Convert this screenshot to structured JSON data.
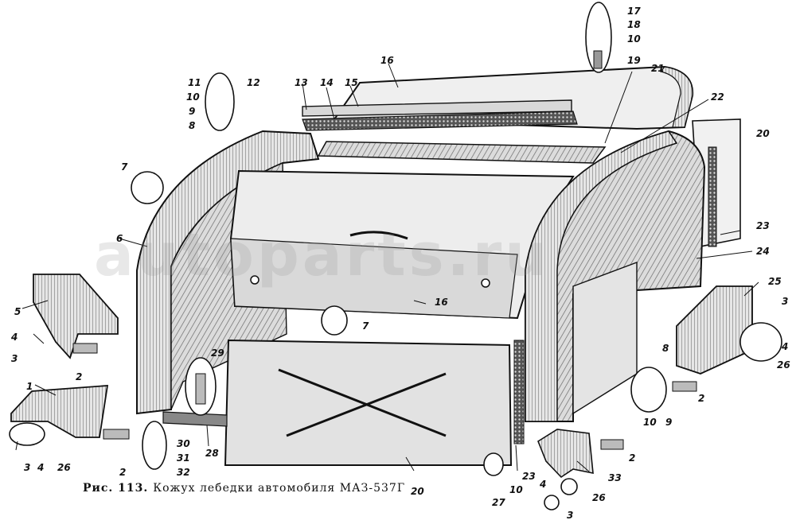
{
  "figure": {
    "caption_number": "Рис. 113.",
    "caption_text": "Кожух лебедки автомобиля МАЗ-537Г",
    "watermark": "autoparts.ru"
  },
  "callouts": [
    "1",
    "2",
    "3",
    "4",
    "5",
    "6",
    "7",
    "8",
    "9",
    "10",
    "11",
    "12",
    "13",
    "14",
    "15",
    "16",
    "17",
    "18",
    "19",
    "20",
    "21",
    "22",
    "23",
    "24",
    "25",
    "26",
    "27",
    "28",
    "29",
    "30",
    "31",
    "32",
    "33"
  ],
  "colors": {
    "ink": "#111111",
    "paper": "#ffffff",
    "shade": "#9a9a9a"
  }
}
